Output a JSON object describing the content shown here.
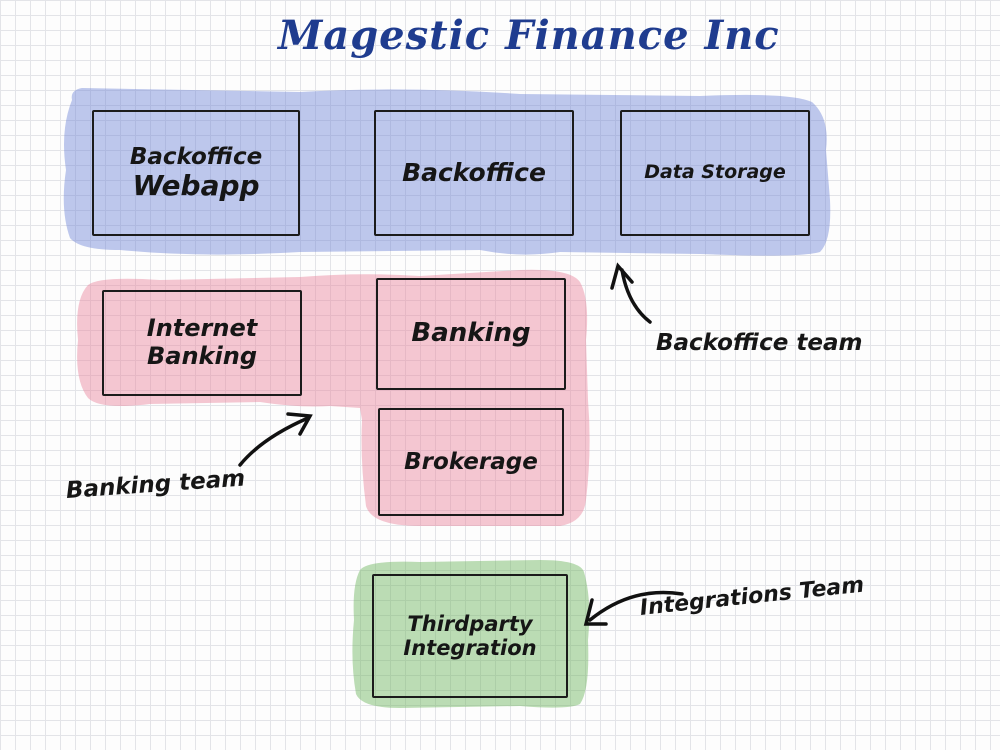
{
  "title": "Magestic Finance Inc",
  "zones": {
    "backoffice": {
      "color": "#6f86d6",
      "boxes": {
        "webapp": {
          "line1": "Backoffice",
          "line2": "Webapp"
        },
        "backoffice": {
          "line1": "Backoffice"
        },
        "storage": {
          "line1": "Data Storage"
        }
      }
    },
    "banking": {
      "color": "#e8839c",
      "boxes": {
        "internet": {
          "line1": "Internet",
          "line2": "Banking"
        },
        "banking": {
          "line1": "Banking"
        },
        "brokerage": {
          "line1": "Brokerage"
        }
      }
    },
    "integrations": {
      "color": "#6ab35a",
      "boxes": {
        "thirdparty": {
          "line1": "Thirdparty",
          "line2": "Integration"
        }
      }
    }
  },
  "team_labels": {
    "backoffice": "Backoffice team",
    "banking": "Banking team",
    "integrations": "Integrations Team"
  },
  "arrow_color": "#111111"
}
